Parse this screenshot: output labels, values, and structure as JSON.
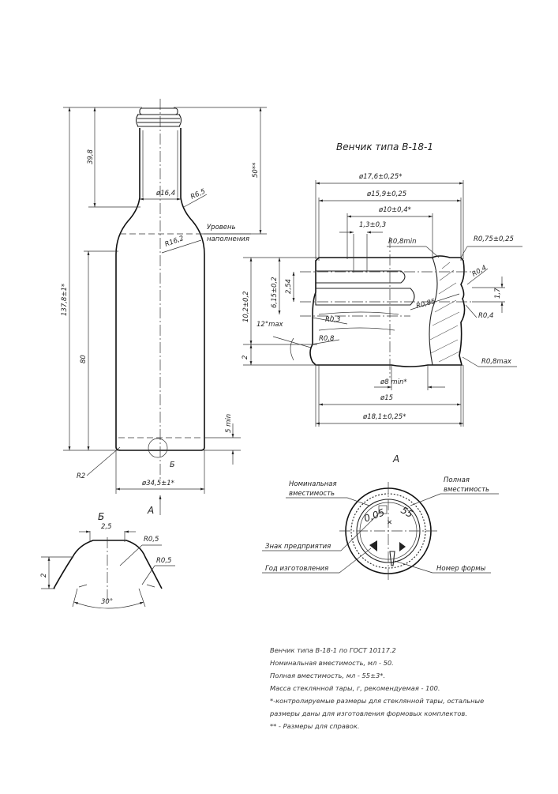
{
  "view_title": "Венчик типа В-18-1",
  "bottle": {
    "dims": {
      "d16_4": "ø16,4",
      "r6_5": "R6,5",
      "r16_2": "R16,2",
      "h39_8": "39,8",
      "h50": "50**",
      "h137_8": "137,8±1*",
      "h80": "80",
      "h5min": "5 min",
      "r2": "R2",
      "d34_5": "ø34,5±1*"
    },
    "fill_level_line1": "Уровень",
    "fill_level_line2": "наполнения",
    "view_a_arrow": "А",
    "detail_b_mark": "Б"
  },
  "finish": {
    "dims": {
      "d17_6": "ø17,6±0,25*",
      "d15_9": "ø15,9±0,25",
      "d10": "ø10±0,4*",
      "w1_3": "1,3±0,3",
      "r08min": "R0,8min",
      "r075": "R0,75±0,25",
      "h10_2": "10,2±0,2",
      "h6_15": "6,15±0,2",
      "h2_54": "2,54",
      "r0_4a": "R0,4",
      "h1_7": "1,7",
      "r0_4b": "R0,4",
      "r0_85": "R0,85",
      "ang12": "12°max",
      "r0_3": "R0,3",
      "r0_8": "R0,8",
      "h2": "2",
      "r08max": "R0,8max",
      "d8min": "ø8 min*",
      "d15": "ø15",
      "d18_1": "ø18,1±0,25*"
    }
  },
  "detail_b": {
    "title": "Б",
    "w2_5": "2,5",
    "r0_5a": "R0,5",
    "r0_5b": "R0,5",
    "h2": "2",
    "ang30": "30°"
  },
  "view_a": {
    "title": "А",
    "nominal_line1": "Номинальная",
    "nominal_line2": "вместимость",
    "full_line1": "Полная",
    "full_line2": "вместимость",
    "maker_mark": "Знак предприятия",
    "year": "Год изготовления",
    "mold_no": "Номер формы",
    "value_nominal": "0,05",
    "value_full": "55"
  },
  "notes": [
    "Венчик типа В-18-1 по ГОСТ 10117.2",
    "Номинальная вместимость, мл - 50.",
    "Полная вместимость, мл - 55±3*.",
    "Масса стеклянной тары, г, рекомендуемая - 100.",
    "*-контролируемые размеры для стеклянной тары, остальные",
    "размеры даны для изготовления формовых комплектов.",
    "** - Размеры для справок."
  ]
}
